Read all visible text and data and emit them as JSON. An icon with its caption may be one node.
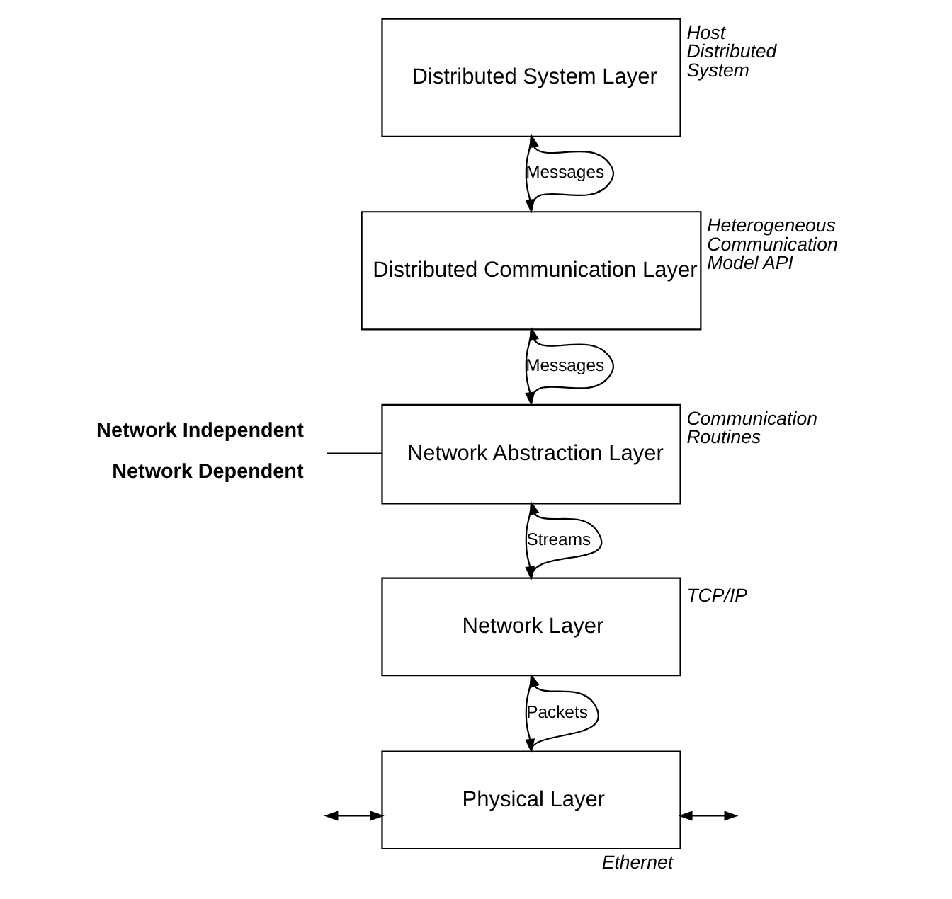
{
  "diagram": {
    "nodes": [
      {
        "text": [
          "Distributed System Layer"
        ],
        "beside": [
          "Host Distributed System"
        ]
      },
      {
        "text": [
          "Distributed Communication Layer"
        ],
        "beside": [
          "Heterogeneous Communication Model API"
        ]
      },
      {
        "text": [
          "Network Abstraction Layer"
        ],
        "beside": [
          "Communication Routines"
        ]
      },
      {
        "text": [
          "Network Layer"
        ],
        "beside": [
          "TCP/IP"
        ]
      },
      {
        "text": [
          "Physical Layer"
        ],
        "beside": [
          "Ethernet"
        ]
      }
    ],
    "edges": [
      {
        "from": 1,
        "to": 0,
        "arrow": "to"
      },
      {
        "from": 0,
        "to": 1,
        "arrow": "to",
        "label": "Messages"
      },
      {
        "from": 2,
        "to": 1,
        "arrow": "to"
      },
      {
        "from": 1,
        "to": 2,
        "arrow": "to",
        "label": "Messages"
      },
      {
        "from": 3,
        "to": 2,
        "arrow": "to"
      },
      {
        "from": 2,
        "to": 3,
        "arrow": "to",
        "label": "Streams"
      },
      {
        "from": 4,
        "to": 3,
        "arrow": "to"
      },
      {
        "from": 3,
        "to": 4,
        "arrow": "to",
        "label": "Packets"
      },
      {
        "from": null,
        "to": 4,
        "arrow": "both"
      },
      {
        "from": 4,
        "to": null,
        "arrow": "both"
      }
    ],
    "labels": [
      "Network Independent",
      "Network Dependent"
    ]
  }
}
